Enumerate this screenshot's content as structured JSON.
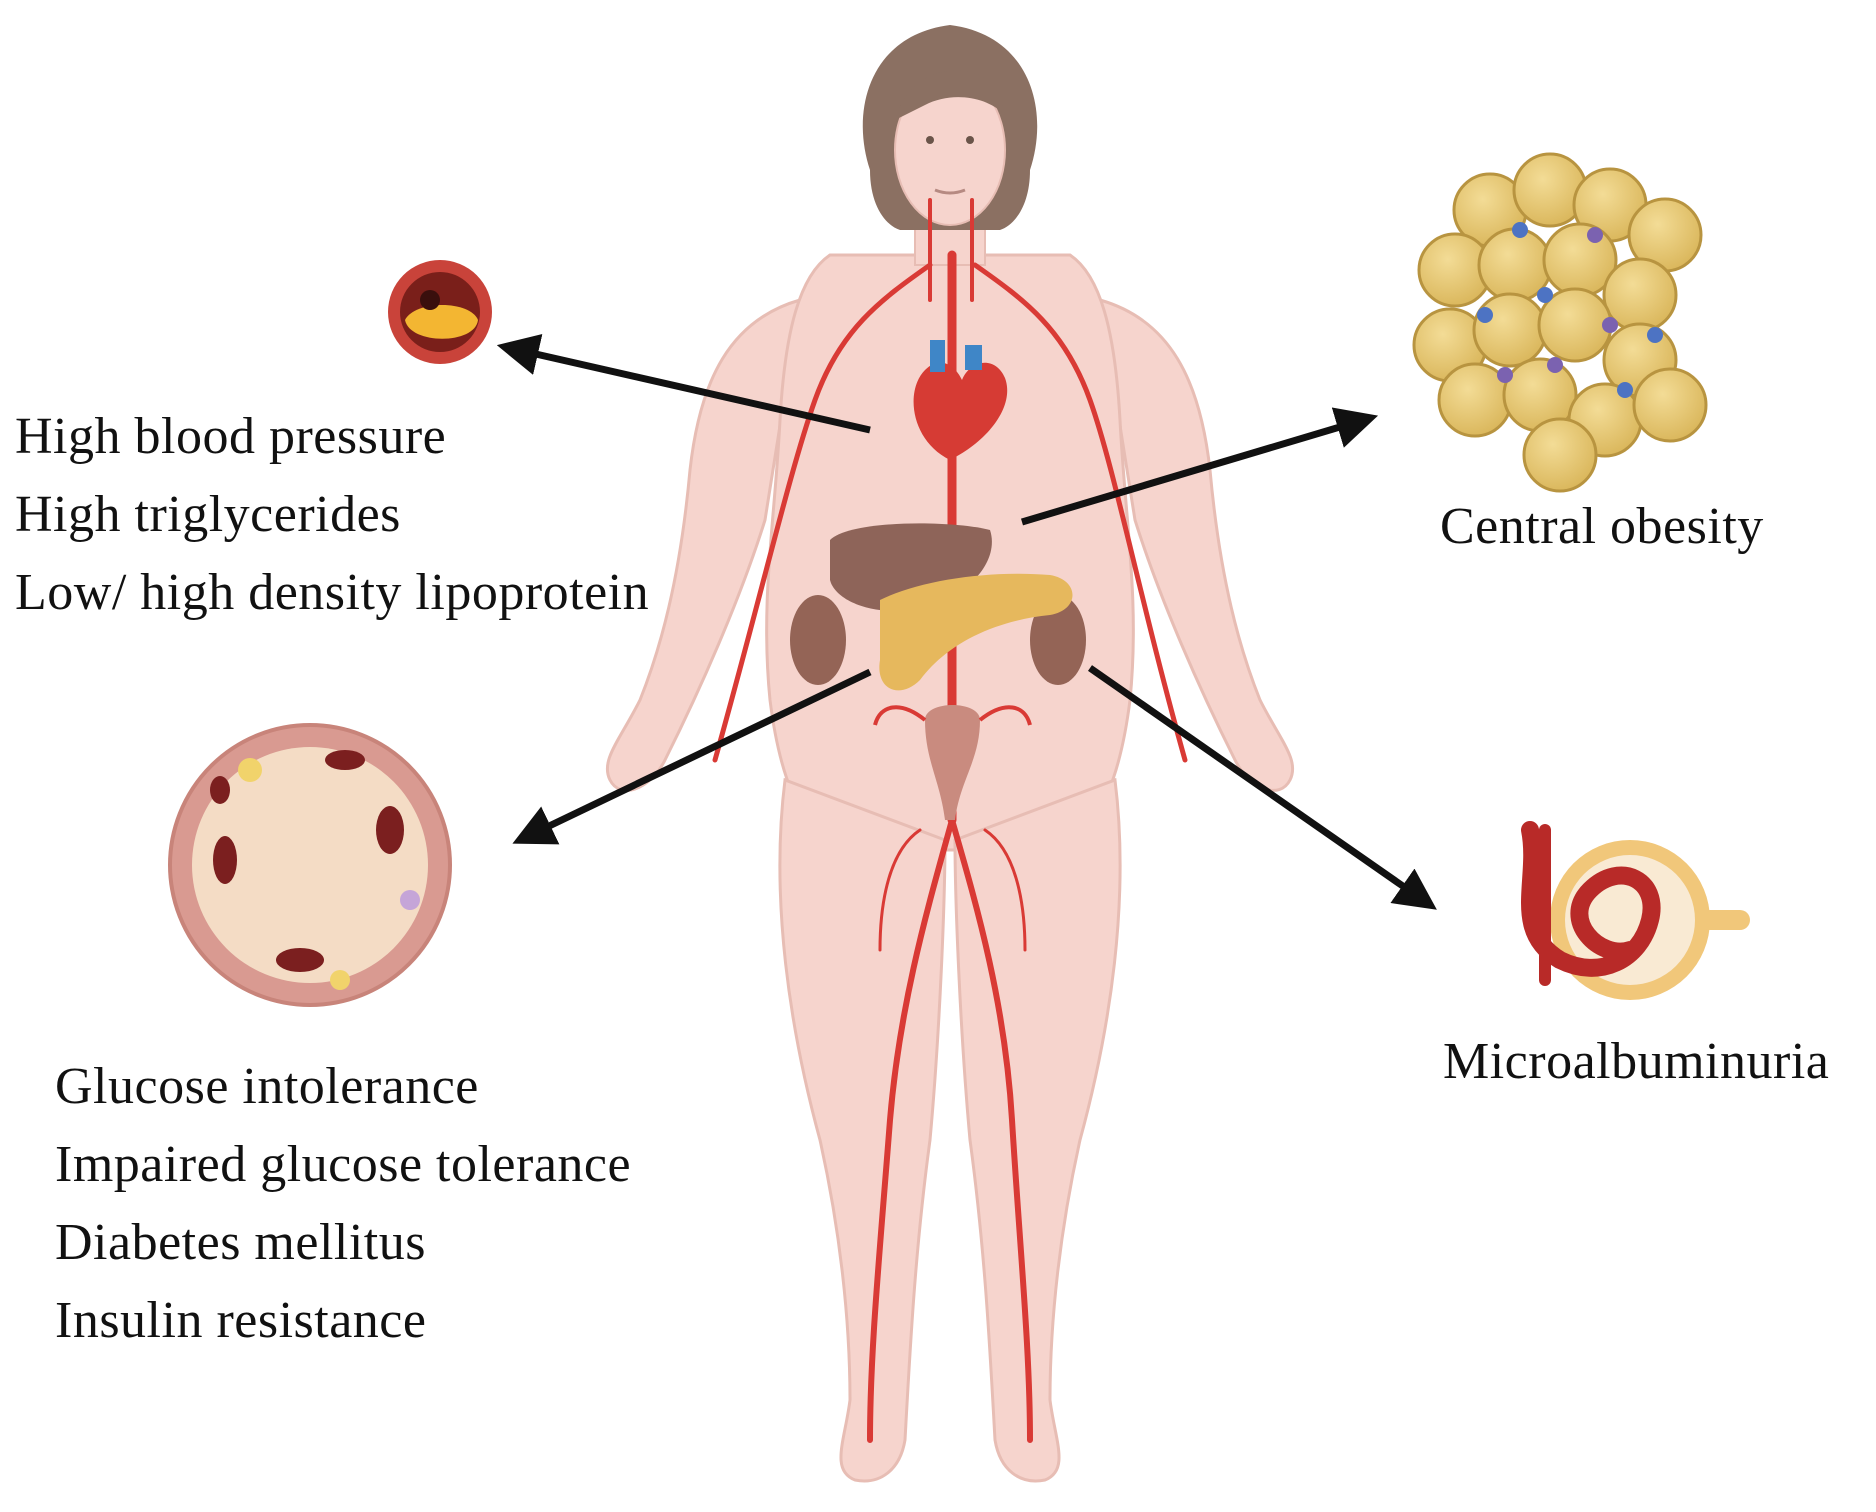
{
  "left_top_group": {
    "lines": [
      "High blood pressure",
      "High triglycerides",
      "Low/ high density lipoprotein"
    ]
  },
  "right_top_group": {
    "lines": [
      "Central obesity"
    ]
  },
  "left_bottom_group": {
    "lines": [
      "Glucose intolerance",
      "Impaired glucose tolerance",
      "Diabetes mellitus",
      "Insulin resistance"
    ]
  },
  "right_bottom_group": {
    "lines": [
      "Microalbuminuria"
    ]
  },
  "colors": {
    "skin": "#f6d4cd",
    "skin_outline": "#e7bdb4",
    "hair": "#8b7062",
    "vessel": "#d93a35",
    "liver": "#8e6459",
    "pancreas": "#e6b85d",
    "fat_cell": "#e9cd77",
    "arrow": "#111111"
  }
}
